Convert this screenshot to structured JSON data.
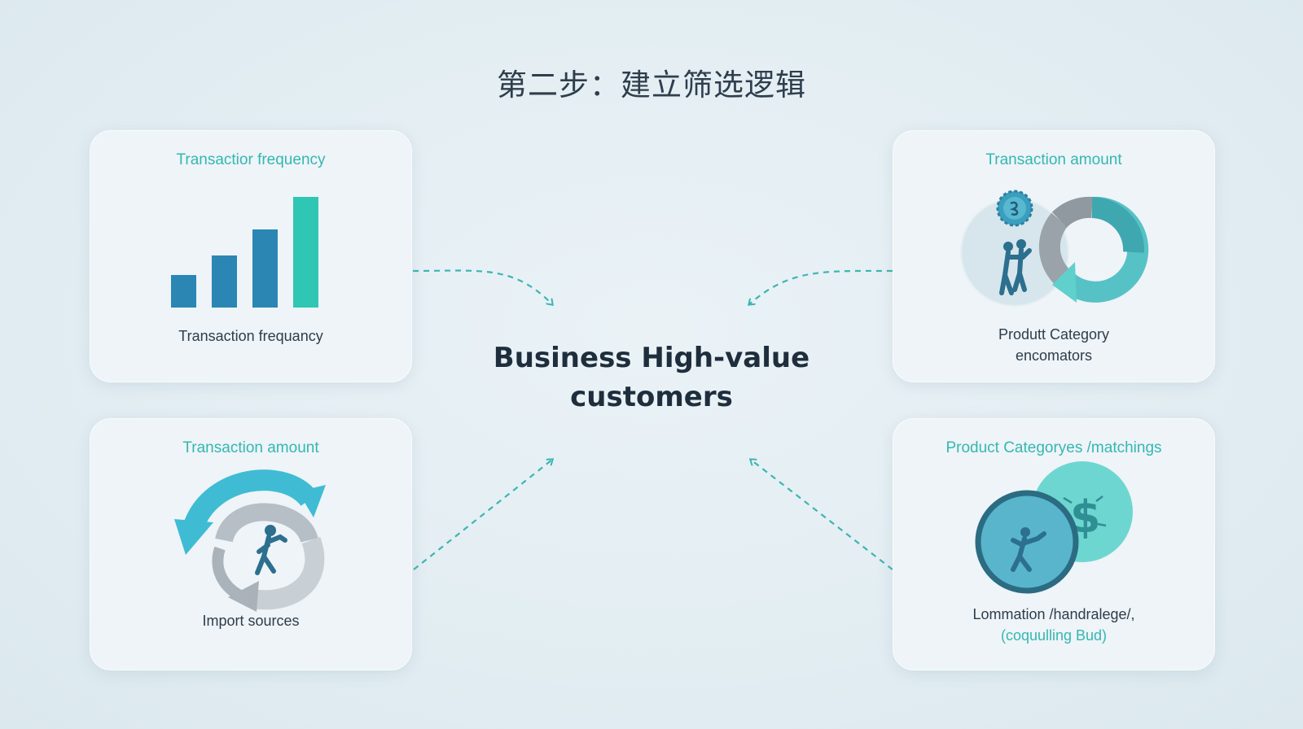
{
  "title": "第二步：建立筛选逻辑",
  "center": {
    "line1": "Business High-value",
    "line2": "customers"
  },
  "cards": {
    "top_left": {
      "heading": "Transactior frequency",
      "caption": "Transaction frequancy"
    },
    "bottom_left": {
      "heading": "Transaction amount",
      "caption": "Import sources"
    },
    "top_right": {
      "heading": "Transaction amount",
      "caption_line1": "Produtt Category",
      "caption_line2": "encomators"
    },
    "bottom_right": {
      "heading": "Product Categoryes /matchings",
      "caption_line1": "Lommation /handralege/,",
      "caption_line2": "(coquulling Bud)"
    }
  },
  "chart_data": {
    "type": "bar",
    "categories": [
      "",
      "",
      "",
      ""
    ],
    "values": [
      1,
      1.6,
      2.4,
      3.4
    ],
    "colors": [
      "#2b86b4",
      "#2b86b4",
      "#2b86b4",
      "#2fc7b4"
    ]
  },
  "colors": {
    "accent_teal": "#35b7b0",
    "bar_blue": "#2b86b4",
    "dash_line": "#3cb5b3",
    "dark_text": "#1f2e3d"
  },
  "icons": {
    "top_left": "bar-chart-icon",
    "bottom_left": "cycle-arrows-person-icon",
    "top_right": "donut-chart-people-icon",
    "bottom_right": "dollar-circles-person-icon"
  }
}
